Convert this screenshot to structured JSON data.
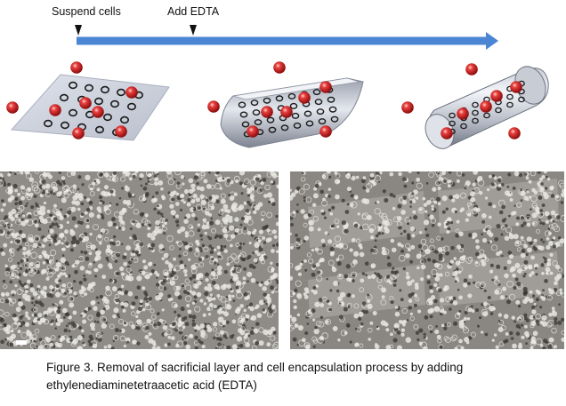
{
  "timeline": {
    "labels": [
      "Suspend cells",
      "Add EDTA"
    ],
    "arrow_color": "#4a86d4"
  },
  "stages": [
    {
      "shape": "flat-sheet"
    },
    {
      "shape": "half-rolled-sheet"
    },
    {
      "shape": "closed-tube"
    }
  ],
  "cell_color": "#cc1f1f",
  "figure_caption": {
    "line1": "Figure 3. Removal of sacrificial layer and cell encapsulation process by adding",
    "line2": "ethylenediaminetetraacetic acid (EDTA)"
  },
  "micrographs": [
    {
      "panel": "left"
    },
    {
      "panel": "right"
    }
  ]
}
